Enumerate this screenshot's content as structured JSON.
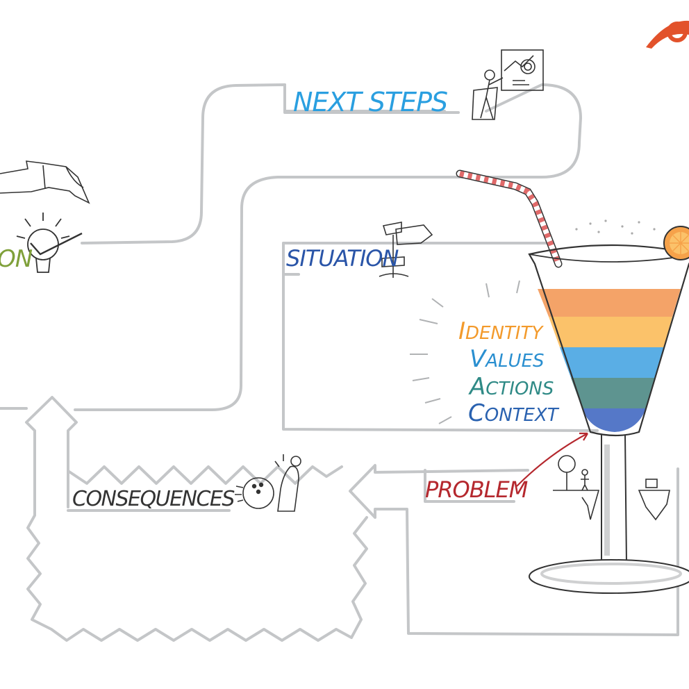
{
  "labels": {
    "next_steps": "NEXT STEPS",
    "situation": "SITUATION",
    "consequences": "CONSEQUENCES",
    "problem": "PROBLEM",
    "solution_fragment": "ON"
  },
  "levels": [
    {
      "initial": "I",
      "rest": "DENTITY",
      "color": "#f39a2b"
    },
    {
      "initial": "V",
      "rest": "ALUES",
      "color": "#2a8fd0"
    },
    {
      "initial": "A",
      "rest": "CTIONS",
      "color": "#2f8a86"
    },
    {
      "initial": "C",
      "rest": "ONTEXT",
      "color": "#2a62b0"
    }
  ],
  "colors": {
    "path_stroke": "#c4c6c8",
    "next_steps": "#2a9fe0",
    "situation": "#2a55a8",
    "consequences": "#333333",
    "problem": "#b5282e",
    "solution": "#7fa03a",
    "layer_orange": "#f4a368",
    "layer_yellow": "#fbc26a",
    "layer_blue": "#5aaee5",
    "layer_teal": "#5e9490",
    "layer_navy": "#5578c8",
    "logo": "#e2522b"
  }
}
